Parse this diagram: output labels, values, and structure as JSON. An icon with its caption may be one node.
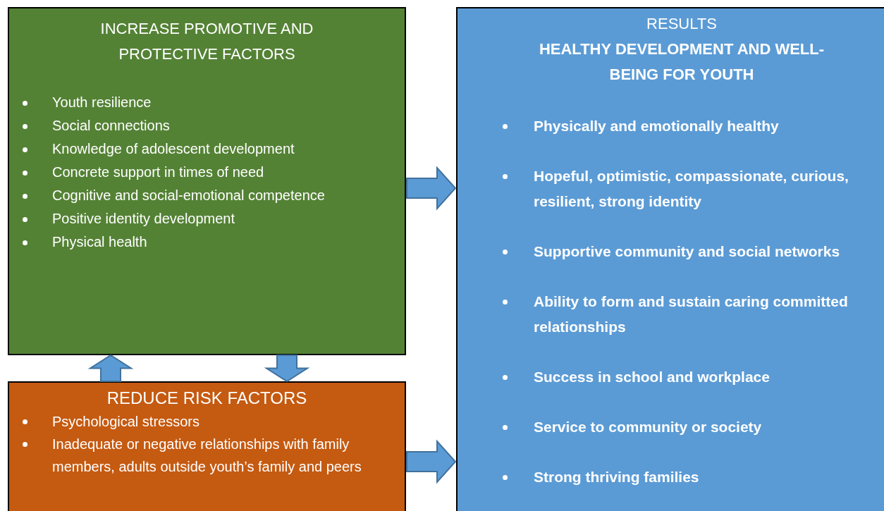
{
  "diagram": {
    "nodes": [
      {
        "text": [
          "INCREASE PROMOTIVE AND PROTECTIVE FACTORS",
          "Youth resilience",
          "Social connections",
          "Knowledge of adolescent development",
          "Concrete support in times of need",
          "Cognitive and social-emotional competence",
          "Positive identity development",
          "Physical health"
        ]
      },
      {
        "text": [
          "REDUCE RISK FACTORS",
          "Psychological stressors",
          "Inadequate or negative relationships with family members, adults outside youth’s family and peers"
        ]
      },
      {
        "text": [
          "RESULTS",
          "HEALTHY DEVELOPMENT AND WELL-BEING FOR YOUTH",
          "Physically and emotionally healthy",
          "Hopeful, optimistic, compassionate, curious, resilient, strong identity",
          "Supportive community and social networks",
          "Ability to form and sustain caring committed relationships",
          "Success in school and workplace",
          "Service to community or society",
          "Strong thriving families"
        ]
      }
    ],
    "edges": [
      {
        "from": 0,
        "to": 2,
        "arrow": "to"
      },
      {
        "from": 1,
        "to": 2,
        "arrow": "to"
      },
      {
        "from": 1,
        "to": 0,
        "arrow": "to"
      },
      {
        "from": 0,
        "to": 1,
        "arrow": "to"
      }
    ]
  }
}
